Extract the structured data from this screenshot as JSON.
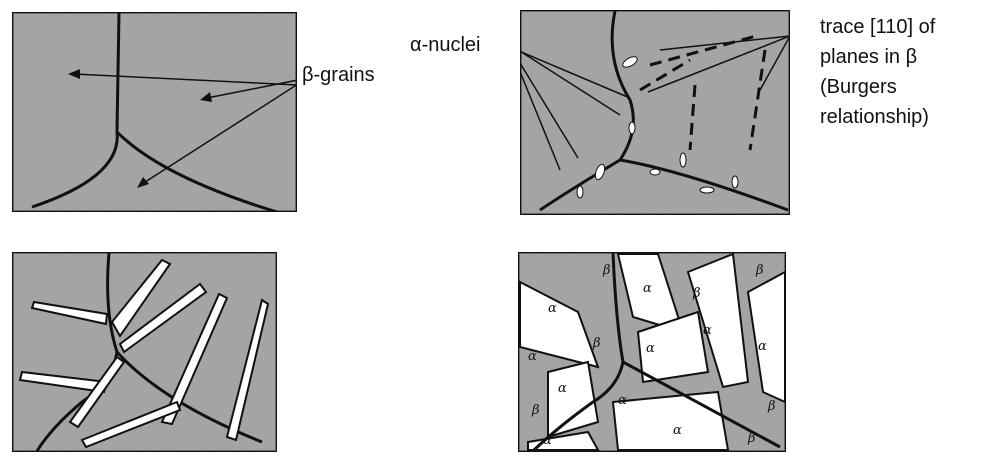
{
  "labels": {
    "beta_grains": "β-grains",
    "alpha_nuclei": "α-nuclei",
    "trace_lines": [
      "trace [110] of",
      "planes in β",
      "(Burgers",
      "relationship)"
    ]
  },
  "phase_marks": {
    "alpha": "α",
    "beta": "β"
  },
  "colors": {
    "matrix_gray": "#a9a9a9",
    "line": "#111111",
    "plate_fill": "#ffffff"
  }
}
